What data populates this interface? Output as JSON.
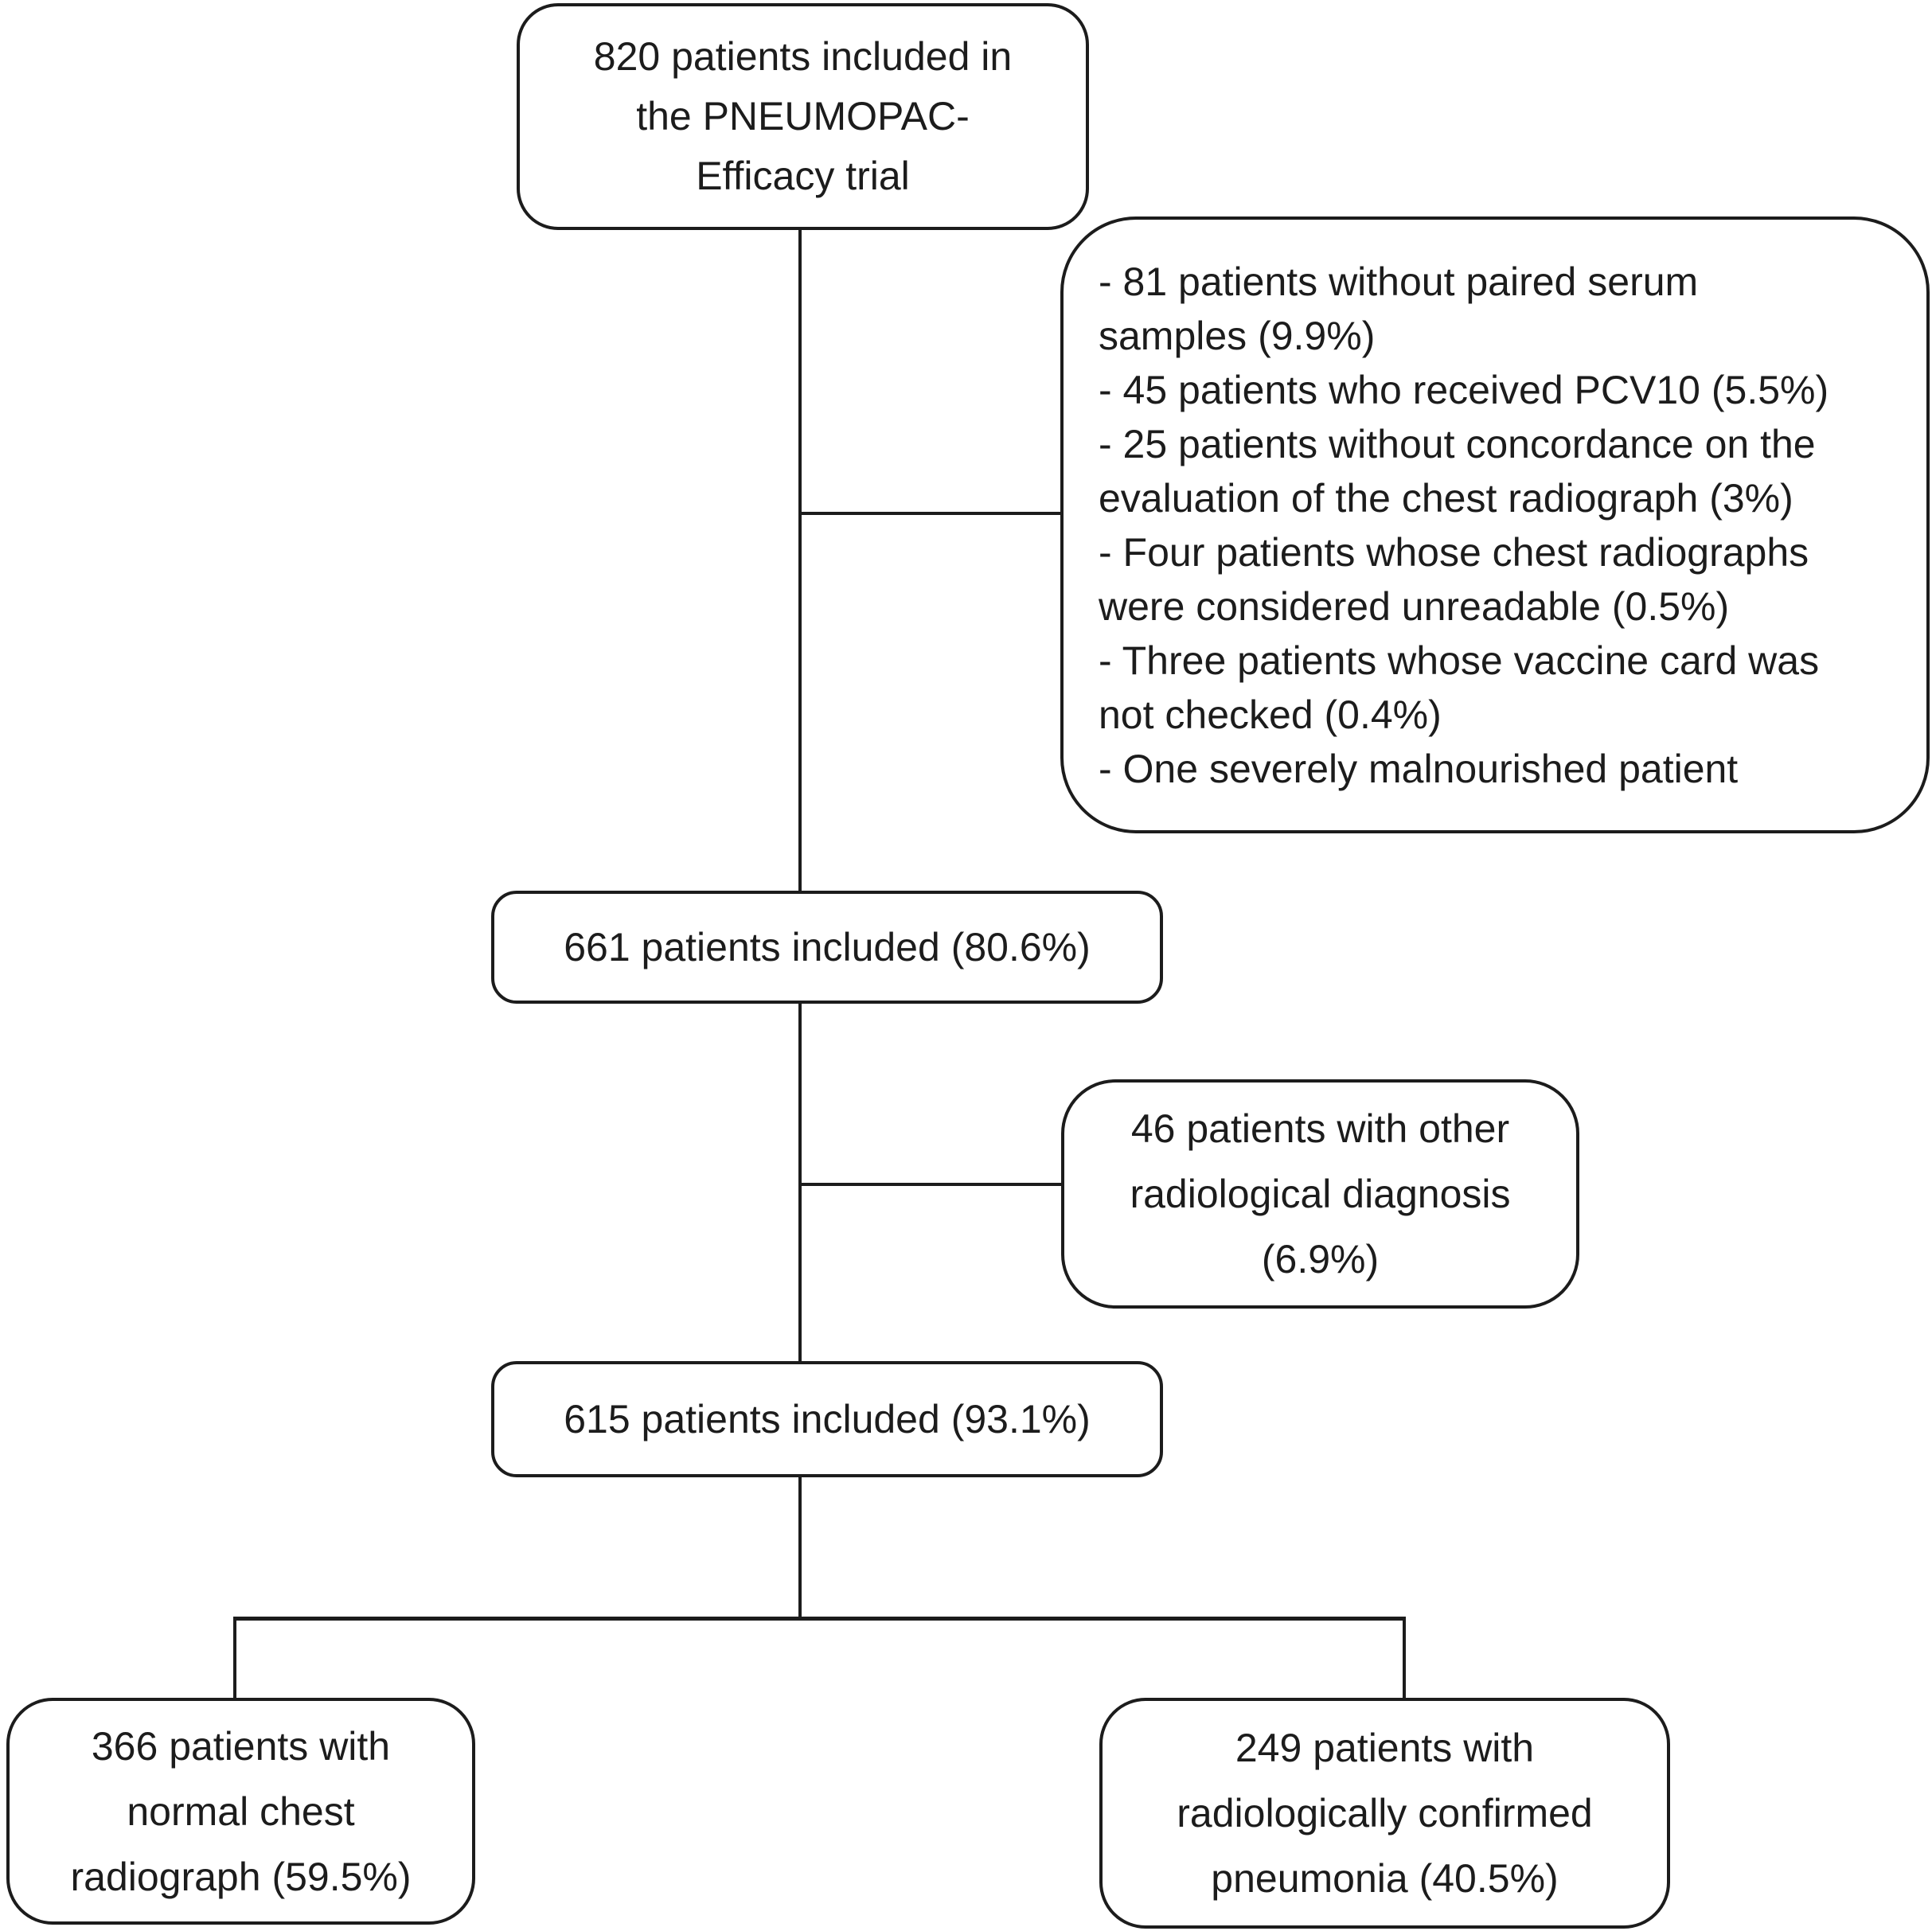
{
  "colors": {
    "background": "#ffffff",
    "line": "#1c1c1c",
    "text": "#1c1c1c"
  },
  "boxes": {
    "enrolled": {
      "text": "820 patients included in the PNEUMOPAC-Efficacy trial",
      "lines": [
        "820 patients included in",
        "the PNEUMOPAC-",
        "Efficacy trial"
      ]
    },
    "exclusions": {
      "items": [
        "- 81 patients without paired serum samples (9.9%)",
        "- 45 patients who received PCV10 (5.5%)",
        "- 25 patients without concordance on the evaluation of the chest radiograph (3%)",
        "- Four patients whose chest radiographs were considered unreadable (0.5%)",
        "- Three patients whose vaccine card was not checked (0.4%)",
        "- One severely malnourished patient"
      ],
      "lines": [
        "- 81 patients without paired serum",
        "samples (9.9%)",
        "- 45 patients who received PCV10 (5.5%)",
        "- 25 patients without concordance on the",
        "evaluation of the chest radiograph (3%)",
        "- Four patients whose chest radiographs",
        "were considered unreadable (0.5%)",
        "- Three patients whose vaccine card was",
        "not checked (0.4%)",
        "- One severely malnourished patient"
      ]
    },
    "included_661": {
      "text": "661 patients included (80.6%)"
    },
    "other_radiological": {
      "text": "46 patients with other radiological diagnosis (6.9%)",
      "lines": [
        "46 patients with other",
        "radiological diagnosis",
        "(6.9%)"
      ]
    },
    "included_615": {
      "text": "615 patients included (93.1%)"
    },
    "normal_radiograph": {
      "text": "366 patients with normal chest radiograph (59.5%)",
      "lines": [
        "366 patients with",
        "normal chest",
        "radiograph (59.5%)"
      ]
    },
    "confirmed_pneumonia": {
      "text": "249 patients with radiologically confirmed pneumonia (40.5%)",
      "lines": [
        "249 patients with",
        "radiologically confirmed",
        "pneumonia (40.5%)"
      ]
    }
  }
}
